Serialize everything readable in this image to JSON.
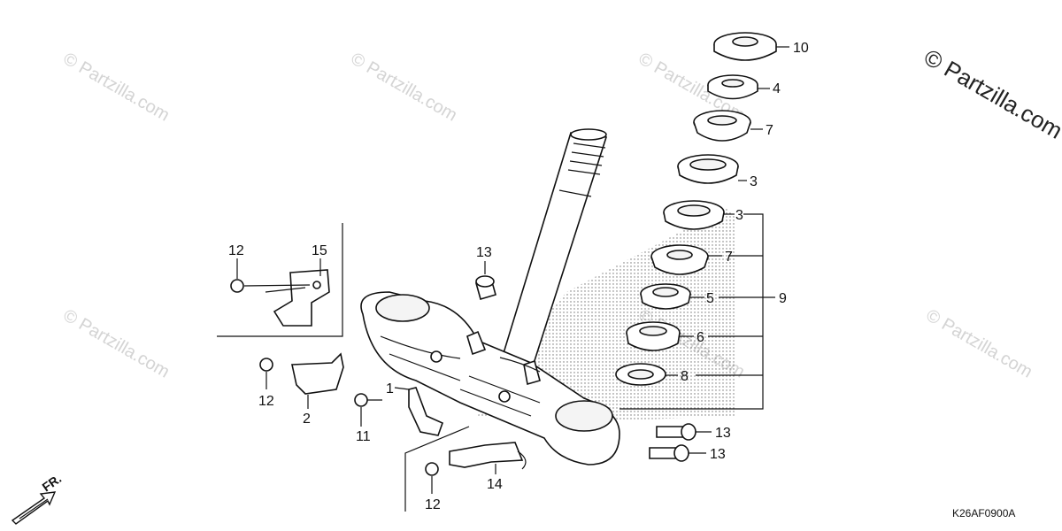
{
  "diagram": {
    "diagram_code": "K26AF0900A",
    "direction_label": "FR.",
    "watermark_main": "© Partzilla.com",
    "watermark_faint": "© Partzilla.com",
    "callouts": {
      "c10": "10",
      "c4": "4",
      "c7a": "7",
      "c3a": "3",
      "c3b": "3",
      "c7b": "7",
      "c5": "5",
      "c9": "9",
      "c6": "6",
      "c8": "8",
      "c13a": "13",
      "c13b": "13",
      "c13c": "13",
      "c12a": "12",
      "c15": "15",
      "c12b": "12",
      "c2": "2",
      "c11": "11",
      "c1": "1",
      "c14": "14",
      "c12c": "12"
    }
  }
}
